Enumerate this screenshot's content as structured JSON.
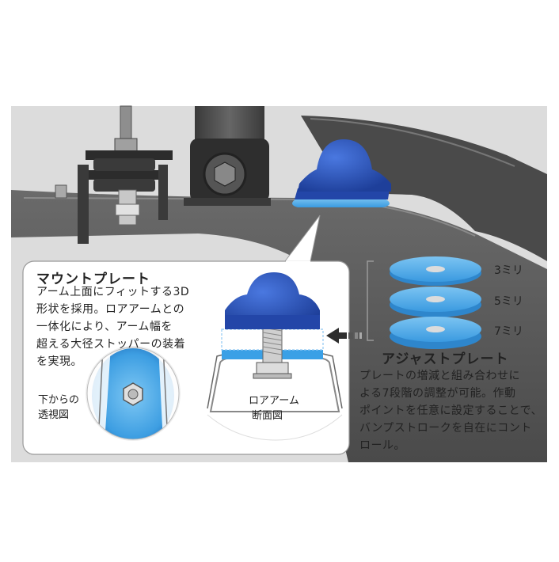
{
  "mount_plate": {
    "title": "マウントプレート",
    "description_lines": [
      "アーム上面にフィットする3D",
      "形状を採用。ロアアームとの",
      "一体化により、アーム幅を",
      "超える大径ストッパーの装着",
      "を実現。"
    ],
    "bottom_view_label_lines": [
      "下からの",
      "透視図"
    ],
    "section_label_lines": [
      "ロアアーム",
      "断面図"
    ]
  },
  "adjust_plate": {
    "title": "アジャストプレート",
    "sizes": [
      "3ミリ",
      "5ミリ",
      "7ミリ"
    ],
    "description_lines": [
      "プレートの増減と組み合わせに",
      "よる7段階の調整が可能。作動",
      "ポイントを任意に設定することで、",
      "バンプストロークを自在にコント",
      "ロール。"
    ]
  },
  "colors": {
    "bump_stop_blue": "#2a52b8",
    "plate_light_blue": "#4aa8e8",
    "background_gray": "#dcdcdc",
    "arm_dark_gray": "#555555"
  }
}
